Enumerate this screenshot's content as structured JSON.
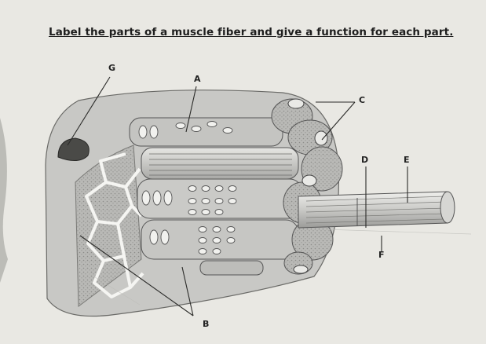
{
  "worksheet": {
    "title": "Label the parts of a muscle fiber and give a function for each part.",
    "labels": {
      "a": "A",
      "b": "B",
      "c": "C",
      "d": "D",
      "e": "E",
      "f": "F",
      "g": "G"
    }
  }
}
